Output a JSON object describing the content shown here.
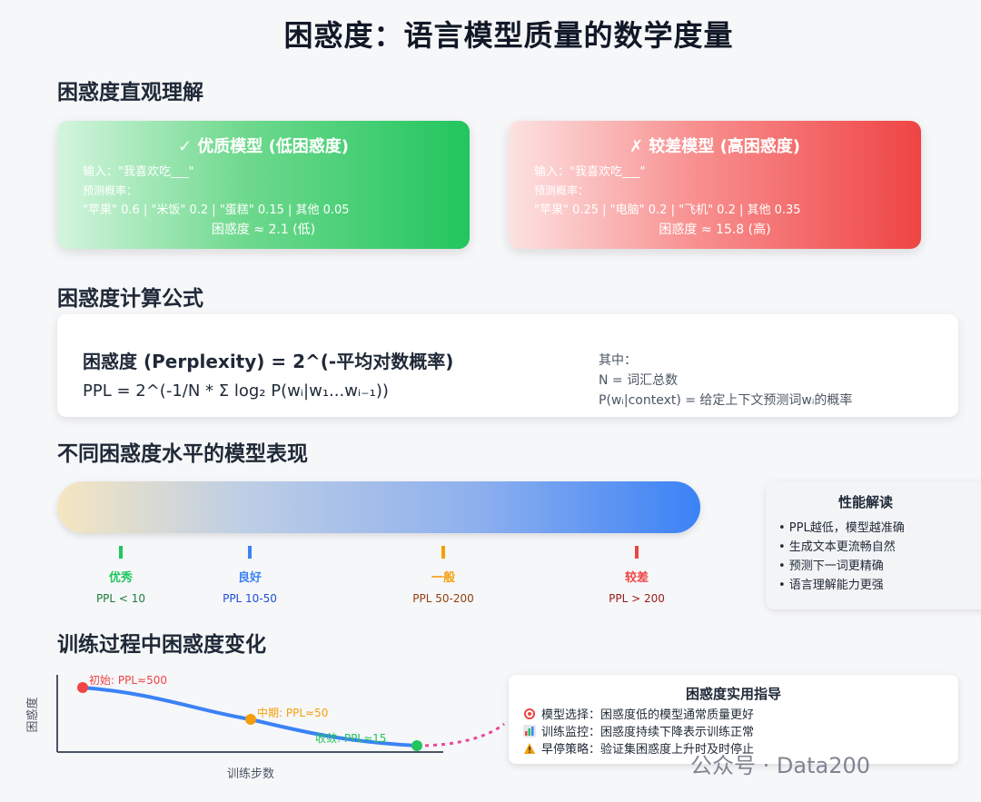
{
  "title": "困惑度：语言模型质量的数学度量",
  "sections": {
    "intuition": "困惑度直观理解",
    "formula": "困惑度计算公式",
    "levels": "不同困惑度水平的模型表现",
    "training": "训练过程中困惑度变化"
  },
  "good_model": {
    "title": "✓ 优质模型 (低困惑度)",
    "input": "输入：\"我喜欢吃___\"",
    "probs_label": "预测概率：",
    "probs": "\"苹果\" 0.6 | \"米饭\" 0.2 | \"蛋糕\" 0.15 | 其他 0.05",
    "result": "困惑度 ≈ 2.1 (低)",
    "color": "#22c55e"
  },
  "bad_model": {
    "title": "✗ 较差模型 (高困惑度)",
    "input": "输入：\"我喜欢吃___\"",
    "probs_label": "预测概率：",
    "probs": "\"苹果\" 0.25 | \"电脑\" 0.2 | \"飞机\" 0.2 | 其他 0.35",
    "result": "困惑度 ≈ 15.8 (高)",
    "color": "#ef4444"
  },
  "formula": {
    "main": "困惑度 (Perplexity) = 2^(-平均对数概率)",
    "expanded": "PPL = 2^(-1/N * Σ log₂ P(wᵢ|w₁...wᵢ₋₁))",
    "where_label": "其中：",
    "where_n": "N = 词汇总数",
    "where_p": "P(wᵢ|context) = 给定上下文预测词wᵢ的概率"
  },
  "levels": [
    {
      "name": "优秀",
      "range": "PPL < 10",
      "color": "#22c55e",
      "text_color": "#1f7a3d"
    },
    {
      "name": "良好",
      "range": "PPL 10-50",
      "color": "#3b82f6",
      "text_color": "#1d4ed8"
    },
    {
      "name": "一般",
      "range": "PPL 50-200",
      "color": "#f59e0b",
      "text_color": "#92400e"
    },
    {
      "name": "较差",
      "range": "PPL > 200",
      "color": "#ef4444",
      "text_color": "#991b1b"
    }
  ],
  "performance": {
    "title": "性能解读",
    "items": [
      "• PPL越低，模型越准确",
      "• 生成文本更流畅自然",
      "• 预测下一词更精确",
      "• 语言理解能力更强"
    ]
  },
  "training_chart": {
    "ylabel": "困惑度",
    "xlabel": "训练步数",
    "points": [
      {
        "label": "初始: PPL≈500",
        "color": "#ef4444"
      },
      {
        "label": "中期: PPL≈50",
        "color": "#f59e0b"
      },
      {
        "label": "收敛: PPL≈15",
        "color": "#22c55e"
      }
    ],
    "curve_color": "#3b82f6",
    "overfit_color": "#ec4899"
  },
  "guide": {
    "title": "困惑度实用指导",
    "items": [
      {
        "icon": "target-icon",
        "text": "模型选择：困惑度低的模型通常质量更好"
      },
      {
        "icon": "chart-icon",
        "text": "训练监控：困惑度持续下降表示训练正常"
      },
      {
        "icon": "warning-icon",
        "text": "早停策略：验证集困惑度上升时及时停止"
      }
    ]
  },
  "watermark": "公众号 · Data200"
}
